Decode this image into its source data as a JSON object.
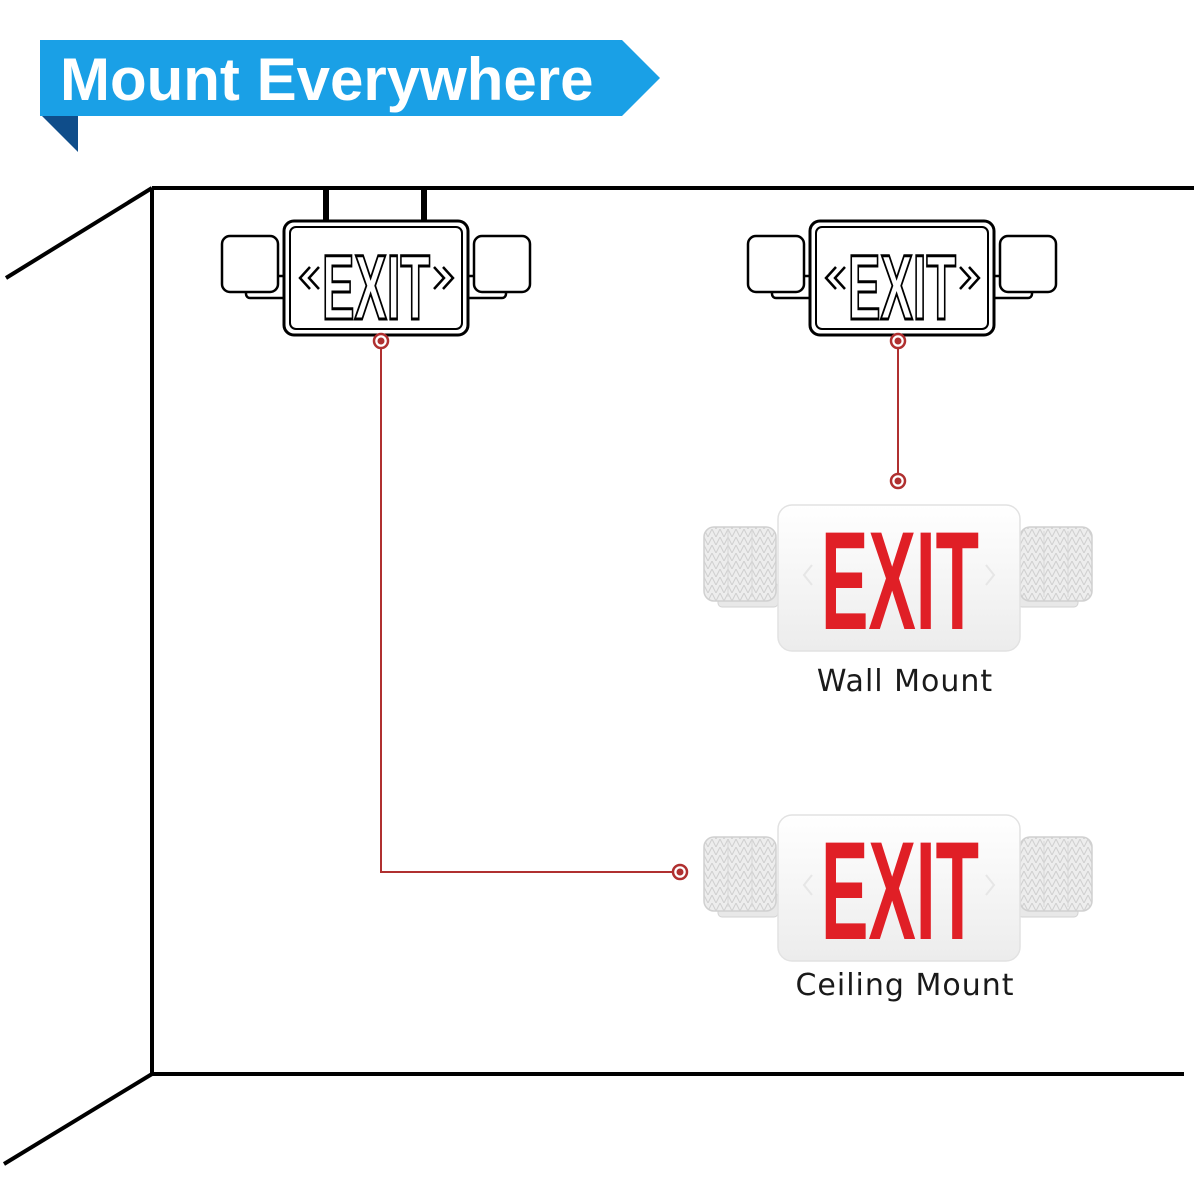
{
  "banner": {
    "title": "Mount Everywhere",
    "color": "#1aa0e6",
    "fold_color": "#0f4d8a"
  },
  "signs": {
    "outline_text": "EXIT",
    "lit_text": "EXIT",
    "lit_text_color": "#e01f26"
  },
  "labels": {
    "wall_mount": "Wall Mount",
    "ceiling_mount": "Ceiling Mount"
  },
  "connector_color": "#b03030"
}
